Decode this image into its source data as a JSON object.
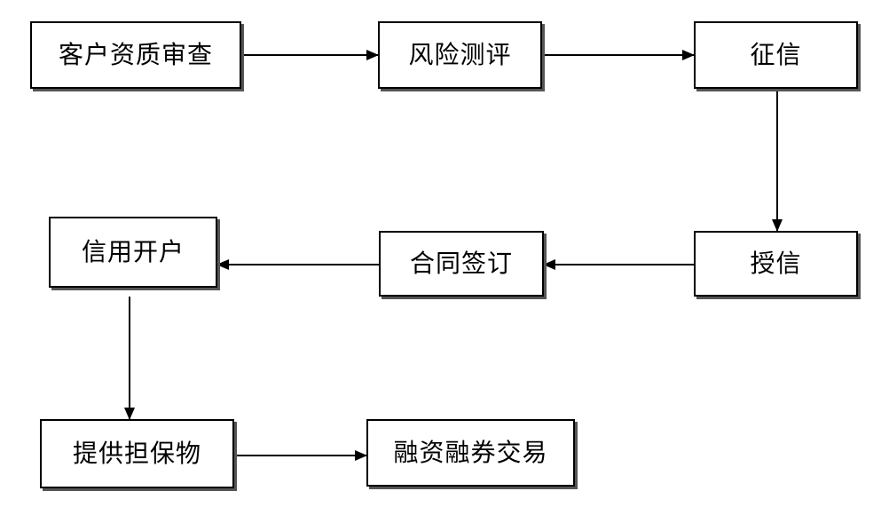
{
  "colors": {
    "box_border": "#000000",
    "box_shadow": "#555555",
    "arrow": "#000000",
    "background": "#ffffff"
  },
  "nodes": {
    "customer_review": "客户资质审查",
    "risk_assessment": "风险测评",
    "credit_check": "征信",
    "credit_grant": "授信",
    "contract_signing": "合同签订",
    "credit_account": "信用开户",
    "collateral": "提供担保物",
    "margin_trading": "融资融券交易"
  },
  "edges": [
    {
      "from": "customer_review",
      "to": "risk_assessment"
    },
    {
      "from": "risk_assessment",
      "to": "credit_check"
    },
    {
      "from": "credit_check",
      "to": "credit_grant"
    },
    {
      "from": "credit_grant",
      "to": "contract_signing"
    },
    {
      "from": "contract_signing",
      "to": "credit_account"
    },
    {
      "from": "credit_account",
      "to": "collateral"
    },
    {
      "from": "collateral",
      "to": "margin_trading"
    }
  ]
}
